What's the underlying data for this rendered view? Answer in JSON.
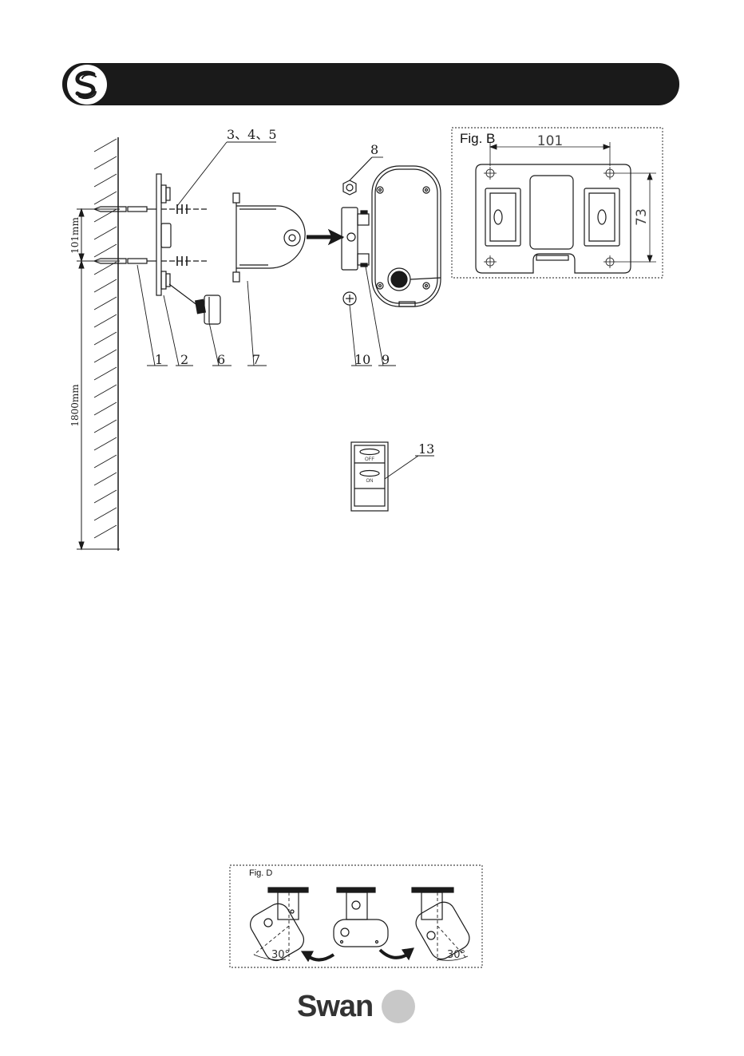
{
  "brand": {
    "name": "Swan",
    "logo": "swan-s-logo-icon"
  },
  "fig_a": {
    "labels": [
      "3、4、5",
      "8",
      "1",
      "2",
      "6",
      "7",
      "10",
      "9",
      "13"
    ],
    "dim_101": "101mm",
    "dim_1800": "1800mm"
  },
  "remote": {
    "off": "OFF",
    "on": "ON"
  },
  "fig_b": {
    "title": "Fig. B",
    "width": "101",
    "height": "73"
  },
  "fig_d": {
    "title": "Fig. D",
    "angle_left": "30°",
    "angle_right": "30°"
  }
}
